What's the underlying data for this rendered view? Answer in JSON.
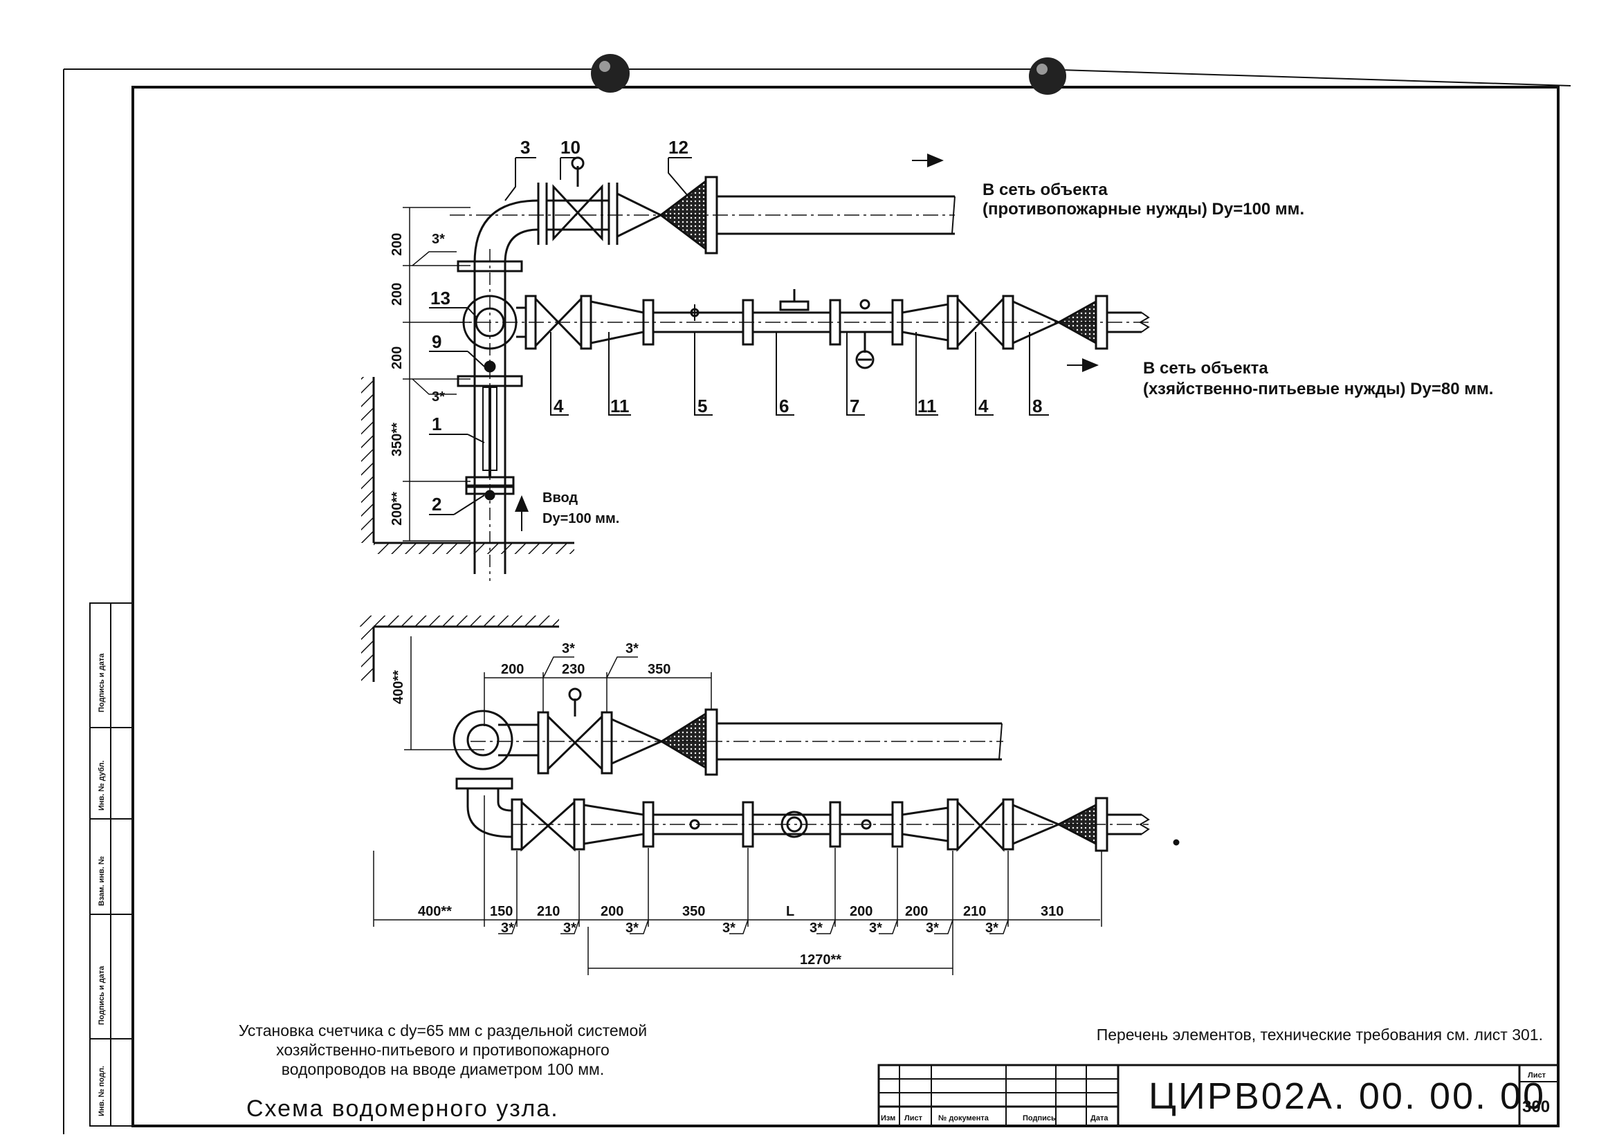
{
  "callouts": {
    "c1": "1",
    "c2": "2",
    "c3": "3",
    "c4a": "4",
    "c4b": "4",
    "c5": "5",
    "c6": "6",
    "c7": "7",
    "c8": "8",
    "c9": "9",
    "c10": "10",
    "c11a": "11",
    "c11b": "11",
    "c12": "12",
    "c13": "13"
  },
  "outlets": {
    "fire_line1": "В сеть объекта",
    "fire_line2": "(противопожарные нужды) Dy=100 мм.",
    "drink_line1": "В сеть объекта",
    "drink_line2": "(хзяйственно-питьевые нужды) Dy=80 мм.",
    "inlet_line1": "Ввод",
    "inlet_line2": "Dy=100 мм."
  },
  "dims_top": {
    "v200a": "200",
    "v200b": "200",
    "v200c": "200",
    "v350": "350**",
    "v200d": "200**",
    "s3a": "3*",
    "s3b": "3*"
  },
  "dims_bottom": {
    "v400": "400**",
    "h200": "200",
    "h230": "230",
    "h350top": "350",
    "s3top1": "3*",
    "s3top2": "3*",
    "b400": "400**",
    "b150": "150",
    "b210a": "210",
    "b200a": "200",
    "b350": "350",
    "bL": "L",
    "b200b": "200",
    "b200c": "200",
    "b210b": "210",
    "b310": "310",
    "bs1": "3*",
    "bs2": "3*",
    "bs3": "3*",
    "bs4": "3*",
    "bs5": "3*",
    "bs6": "3*",
    "bs7": "3*",
    "bs8": "3*",
    "b1270": "1270**"
  },
  "notes": {
    "description_l1": "Установка счетчика с dy=65 мм с раздельной системой",
    "description_l2": "хозяйственно-питьевого и противопожарного",
    "description_l3": "водопроводов на вводе диаметром 100 мм.",
    "title": "Схема водомерного узла.",
    "reference": "Перечень элементов, технические требования см. лист 301."
  },
  "stamp": {
    "code": "ЦИРВ02А. 00. 00. 00",
    "sheet_label": "Лист",
    "sheet_number": "300",
    "col_izm": "Изм",
    "col_list": "Лист",
    "col_doc": "№ документа",
    "col_sign": "Подпись",
    "col_date": "Дата"
  },
  "side_stamp": {
    "f1": "Подпись и дата",
    "f2": "Инв. № дубл.",
    "f3": "Взам. инв. №",
    "f4": "Подпись и дата",
    "f5": "Инв. № подл."
  },
  "colors": {
    "ink": "#111111",
    "paper": "#ffffff"
  }
}
